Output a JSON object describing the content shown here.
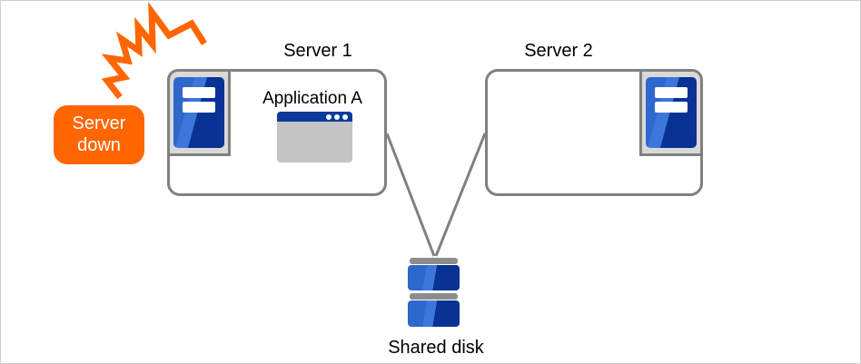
{
  "badge": {
    "line1": "Server",
    "line2": "down"
  },
  "server1": {
    "label": "Server 1",
    "app_label": "Application A"
  },
  "server2": {
    "label": "Server 2"
  },
  "disk": {
    "label": "Shared disk"
  },
  "icons": {
    "crash_bolt": "crash-bolt-icon",
    "server_tower": "server-tower-icon",
    "app_window": "app-window-icon",
    "disk_stack": "disk-stack-icon"
  },
  "colors": {
    "orange": "#FF6600",
    "blue_light": "#2E68CC",
    "blue_lighter": "#3E77DB",
    "blue_dark": "#083293",
    "titlebar_blue": "#0A3A9C",
    "border_gray": "#808080",
    "frame_fill": "#D9D9D9",
    "window_body": "#C4C4C4",
    "disk_bar_gray": "#8C8C8C",
    "canvas_border": "#CFCFCF",
    "text_black": "#000000",
    "text_white": "#FFFFFF"
  }
}
